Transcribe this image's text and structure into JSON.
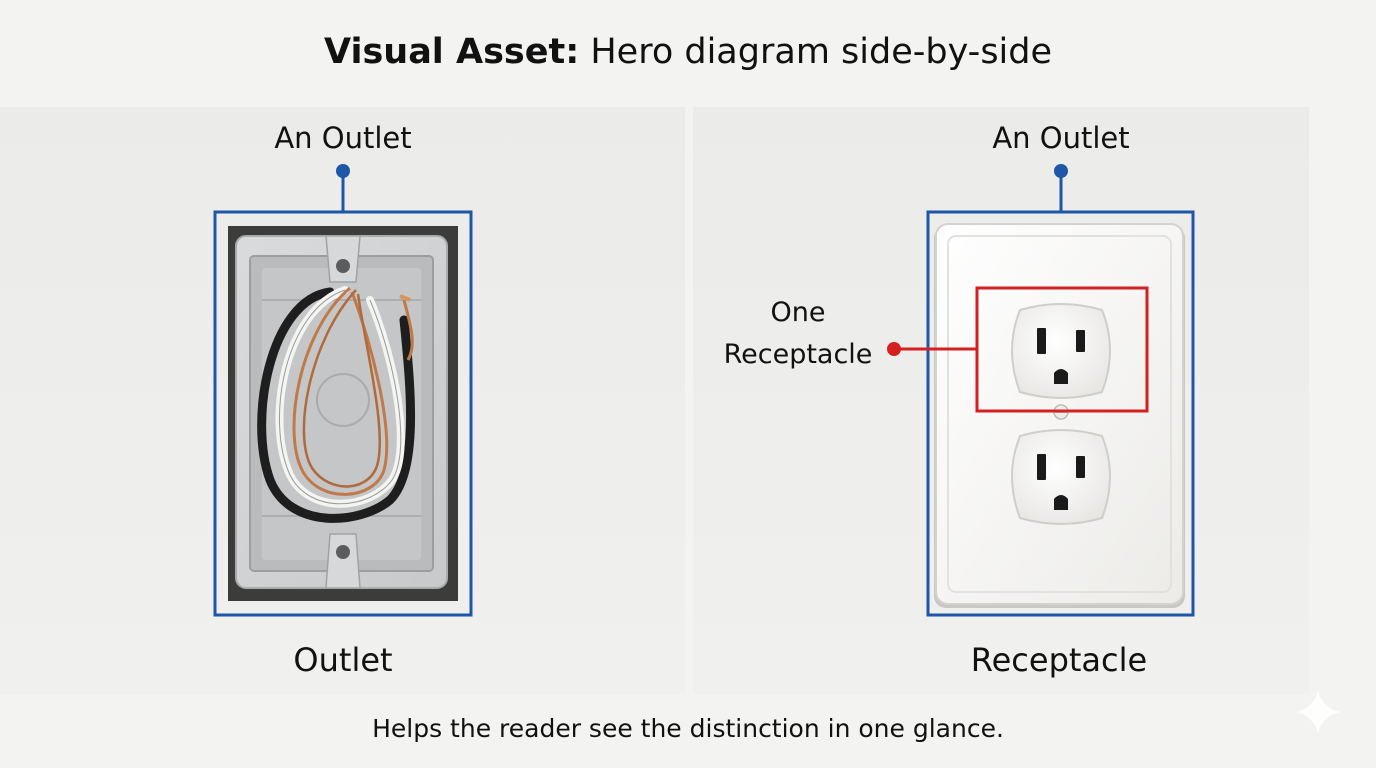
{
  "title": {
    "lead": "Visual Asset:",
    "rest": "Hero diagram side-by-side"
  },
  "left_panel": {
    "top_label": "An Outlet",
    "caption": "Outlet"
  },
  "right_panel": {
    "top_label": "An Outlet",
    "caption": "Receptacle",
    "callout_line1": "One",
    "callout_line2": "Receptacle"
  },
  "footer": "Helps the reader see the distinction in one glance.",
  "colors": {
    "blue_frame": "#1f56a8",
    "red_callout": "#d42020",
    "copper": "#c07a4a"
  },
  "icons": {
    "watermark": "sparkle-icon"
  }
}
